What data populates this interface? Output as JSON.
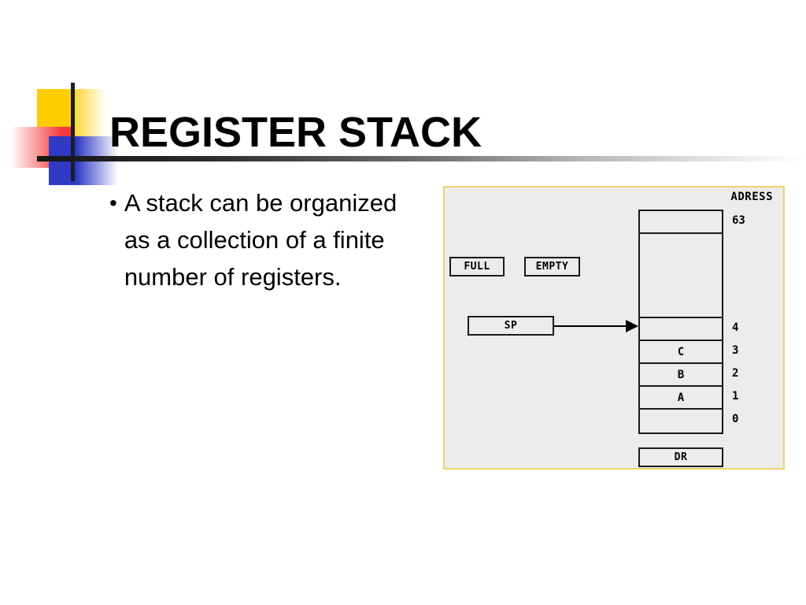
{
  "slide": {
    "title": "REGISTER STACK",
    "bullet": {
      "marker": "•",
      "text": "A stack can be organized as a collection of a finite number of registers."
    }
  },
  "diagram": {
    "address_header": "ADRESS",
    "flags": {
      "full_label": "FULL",
      "empty_label": "EMPTY"
    },
    "pointer": {
      "sp_label": "SP"
    },
    "data_register": {
      "dr_label": "DR"
    },
    "stack_cells": [
      {
        "value": "",
        "address": "63"
      },
      {
        "value": "",
        "address": ""
      },
      {
        "value": "",
        "address": "4"
      },
      {
        "value": "C",
        "address": "3"
      },
      {
        "value": "B",
        "address": "2"
      },
      {
        "value": "A",
        "address": "1"
      },
      {
        "value": "",
        "address": "0"
      }
    ],
    "colors": {
      "panel_background": "#ececec",
      "panel_border": "#EFD26B",
      "cell_border": "#1a1a1a",
      "text": "#000000"
    }
  },
  "decor": {
    "colors": {
      "yellow": "#FFCC00",
      "red": "#F43A3A",
      "blue": "#2F3AC4",
      "line": "#1c1c2e"
    }
  }
}
